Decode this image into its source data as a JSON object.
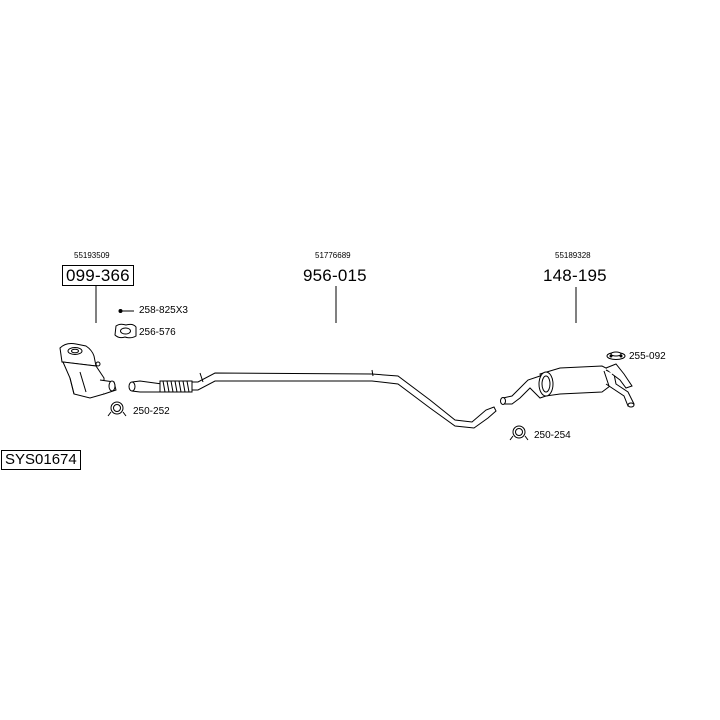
{
  "system_code": "SYS01674",
  "parts": {
    "catalytic_converter": {
      "oem": "55193509",
      "number": "099-366"
    },
    "middle_pipe": {
      "oem": "51776689",
      "number": "956-015"
    },
    "rear_silencer": {
      "oem": "55189328",
      "number": "148-195"
    }
  },
  "accessories": {
    "bolt": "258-825X3",
    "gasket": "256-576",
    "clamp_front": "250-252",
    "rubber_mount": "255-092",
    "clamp_rear": "250-254"
  }
}
